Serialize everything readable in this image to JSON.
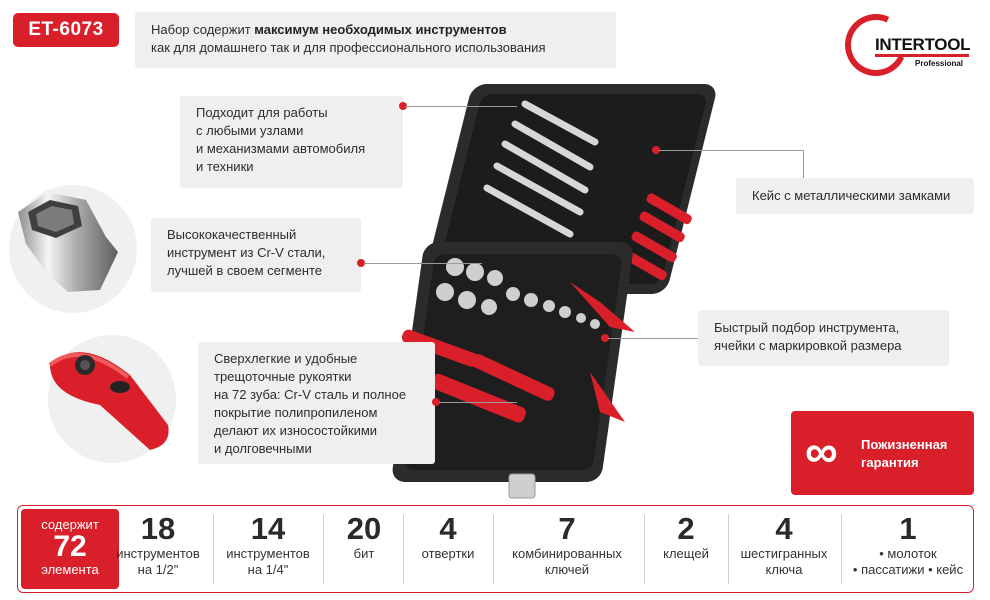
{
  "sku": "ET-6073",
  "intro": {
    "line1_pre": "Набор содержит ",
    "line1_bold": "максимум необходимых инструментов",
    "line2": "как для домашнего так и для профессионального использования"
  },
  "logo": {
    "brand": "INTERTOOL",
    "sub": "Professional"
  },
  "callouts": {
    "fit": [
      "Подходит для работы",
      "с любыми узлами",
      "и механизмами автомобиля",
      "и техники"
    ],
    "case": "Кейс с металлическими замками",
    "quality": [
      "Высококачественный",
      "инструмент из Cr-V стали,",
      "лучшей в своем сегменте"
    ],
    "fast": [
      "Быстрый подбор инструмента,",
      "ячейки с маркировкой размера"
    ],
    "ratchet": [
      "Сверхлегкие и удобные",
      "трещоточные рукоятки",
      "на 72 зуба: Cr-V сталь и полное",
      "покрытие полипропиленом",
      "делают их износостойкими",
      "и долговечными"
    ]
  },
  "warranty": {
    "symbol": "∞",
    "line1": "Пожизненная",
    "line2": "гарантия"
  },
  "stats": {
    "total": {
      "pre": "содержит",
      "num": "72",
      "post": "элемента"
    },
    "items": [
      {
        "num": "18",
        "l1": "инструментов",
        "l2": "на 1/2\""
      },
      {
        "num": "14",
        "l1": "инструментов",
        "l2": "на 1/4\""
      },
      {
        "num": "20",
        "l1": "бит",
        "l2": ""
      },
      {
        "num": "4",
        "l1": "отвертки",
        "l2": ""
      },
      {
        "num": "7",
        "l1": "комбинированных",
        "l2": "ключей"
      },
      {
        "num": "2",
        "l1": "клещей",
        "l2": ""
      },
      {
        "num": "4",
        "l1": "шестигранных",
        "l2": "ключа"
      },
      {
        "num": "1",
        "l1": "• молоток",
        "l2": "• пассатижи • кейс"
      }
    ]
  },
  "colors": {
    "accent": "#d9202a",
    "panel": "#efefef",
    "case": "#2b2b2b"
  }
}
